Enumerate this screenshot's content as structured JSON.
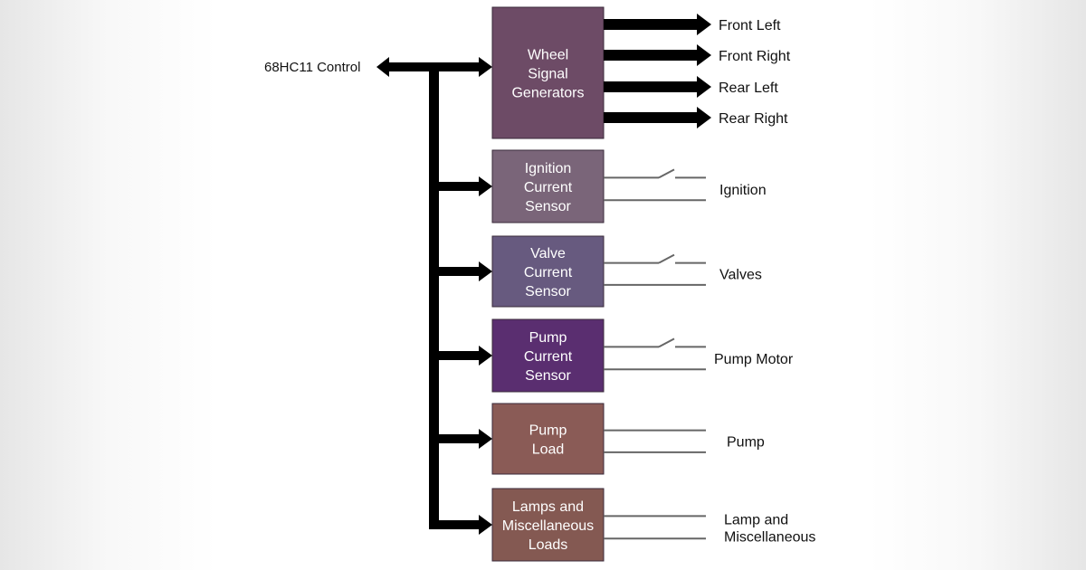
{
  "control": {
    "label": "68HC11 Control"
  },
  "blocks": [
    {
      "lines": [
        "Wheel",
        "Signal",
        "Generators"
      ],
      "color": "#6d4b66"
    },
    {
      "lines": [
        "Ignition",
        "Current",
        "Sensor"
      ],
      "color": "#7a6579"
    },
    {
      "lines": [
        "Valve",
        "Current",
        "Sensor"
      ],
      "color": "#675a7f"
    },
    {
      "lines": [
        "Pump",
        "Current",
        "Sensor"
      ],
      "color": "#5a2e70"
    },
    {
      "lines": [
        "Pump",
        "Load"
      ],
      "color": "#8a5b56"
    },
    {
      "lines": [
        "Lamps and",
        "Miscellaneous",
        "Loads"
      ],
      "color": "#845952"
    }
  ],
  "wheel_outputs": [
    "Front Left",
    "Front Right",
    "Rear Left",
    "Rear Right"
  ],
  "load_outputs": [
    {
      "lines": [
        "Ignition"
      ],
      "switch": true
    },
    {
      "lines": [
        "Valves"
      ],
      "switch": true
    },
    {
      "lines": [
        "Pump Motor"
      ],
      "switch": true
    },
    {
      "lines": [
        "Pump"
      ],
      "switch": false
    },
    {
      "lines": [
        "Lamp and",
        "Miscellaneous"
      ],
      "switch": false
    }
  ]
}
